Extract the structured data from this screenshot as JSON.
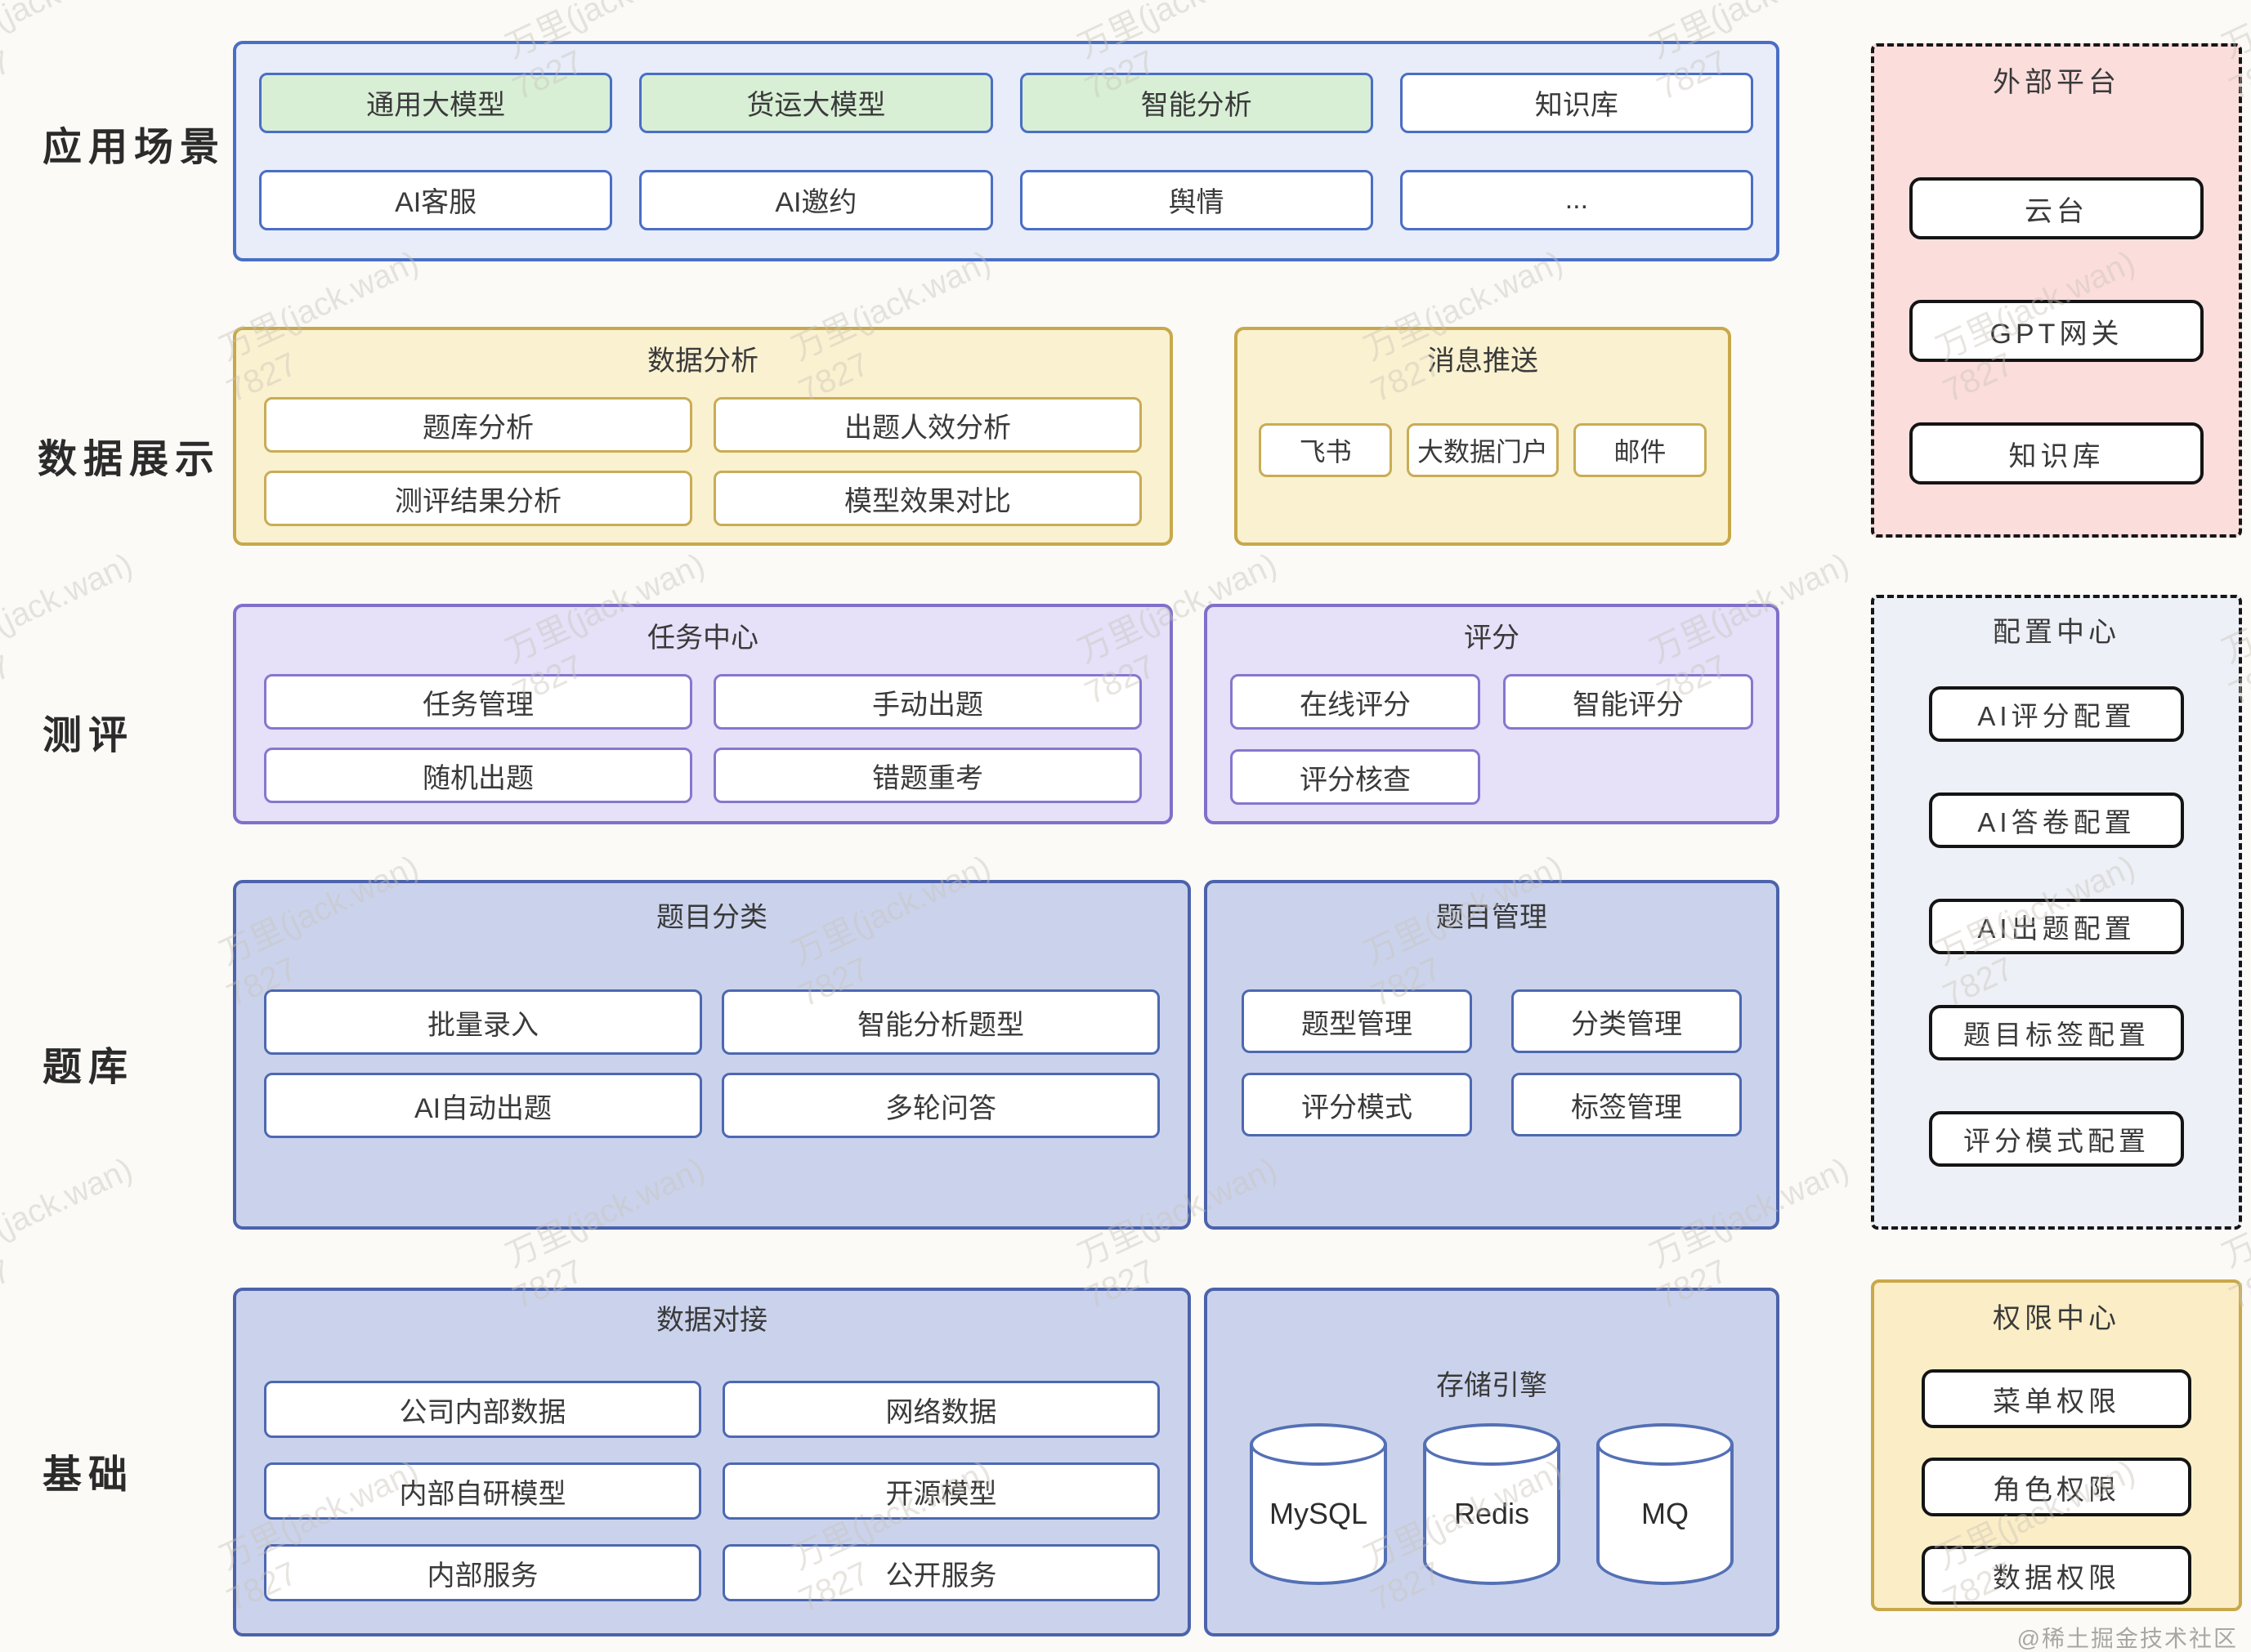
{
  "page": {
    "credit": "@稀土掘金技术社区",
    "watermark": {
      "name": "万里(jack.wan)",
      "id": "7827"
    }
  },
  "row_labels": {
    "app": "应用场景",
    "display": "数据展示",
    "eval": "测评",
    "bank": "题库",
    "base": "基础"
  },
  "app_scenarios": {
    "row1": [
      {
        "label": "通用大模型",
        "highlight": true
      },
      {
        "label": "货运大模型",
        "highlight": true
      },
      {
        "label": "智能分析",
        "highlight": true
      },
      {
        "label": "知识库",
        "highlight": false
      }
    ],
    "row2": [
      {
        "label": "AI客服"
      },
      {
        "label": "AI邀约"
      },
      {
        "label": "舆情"
      },
      {
        "label": "..."
      }
    ]
  },
  "external_platform": {
    "title": "外部平台",
    "items": [
      "云台",
      "GPT网关",
      "知识库"
    ]
  },
  "data_analysis": {
    "title": "数据分析",
    "items": [
      "题库分析",
      "出题人效分析",
      "测评结果分析",
      "模型效果对比"
    ]
  },
  "message_push": {
    "title": "消息推送",
    "items": [
      "飞书",
      "大数据门户",
      "邮件"
    ]
  },
  "task_center": {
    "title": "任务中心",
    "items": [
      "任务管理",
      "手动出题",
      "随机出题",
      "错题重考"
    ]
  },
  "scoring": {
    "title": "评分",
    "items": [
      "在线评分",
      "智能评分",
      "评分核查"
    ]
  },
  "config_center": {
    "title": "配置中心",
    "items": [
      "AI评分配置",
      "AI答卷配置",
      "AI出题配置",
      "题目标签配置",
      "评分模式配置"
    ]
  },
  "question_category": {
    "title": "题目分类",
    "items": [
      "批量录入",
      "智能分析题型",
      "AI自动出题",
      "多轮问答"
    ]
  },
  "question_management": {
    "title": "题目管理",
    "items": [
      "题型管理",
      "分类管理",
      "评分模式",
      "标签管理"
    ]
  },
  "data_integration": {
    "title": "数据对接",
    "items": [
      "公司内部数据",
      "网络数据",
      "内部自研模型",
      "开源模型",
      "内部服务",
      "公开服务"
    ]
  },
  "storage_engine": {
    "title": "存储引擎",
    "items": [
      "MySQL",
      "Redis",
      "MQ"
    ]
  },
  "permission_center": {
    "title": "权限中心",
    "items": [
      "菜单权限",
      "角色权限",
      "数据权限"
    ]
  },
  "colors": {
    "blue_border": "#4a6ec5",
    "blue_bg": "#e8edf9",
    "green_fill": "#d8efd6",
    "yellow_bg": "#faf1d0",
    "gold_border": "#c8a84a",
    "purple_bg": "#e6e0f8",
    "purple_border": "#8070ca",
    "navy_bg": "#cbd3ec",
    "navy_border": "#4c63ab",
    "pink_bg": "#fbdddc",
    "config_bg": "#edf0f7",
    "permission_bg": "#fbeec7",
    "black_border": "#141414"
  }
}
